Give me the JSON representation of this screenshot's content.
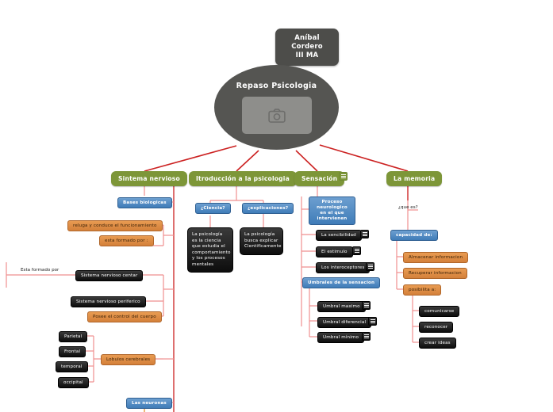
{
  "document": {
    "author_chip": "Aníbal Cordero\nIII MA",
    "author_line1": "Aníbal Cordero",
    "author_line2": "III MA",
    "root_title": "Repaso Psicologia",
    "photo_icon": "camera-icon"
  },
  "colors": {
    "root": "#555552",
    "chip": "#4d4d4a",
    "green": "#7d9638",
    "blue": "#3f7cb8",
    "orange": "#d4803a",
    "dark": "#1a1a1a",
    "link_main": "#cc2222",
    "link_sub": "#ef8f8f",
    "link_orange": "#e8922f"
  },
  "branches": {
    "sistema_nervioso": {
      "label": "Sintema nervioso",
      "nodes": {
        "bases": "Bases biologicas",
        "regula": "reluga y conduce el funcionamiento",
        "esta_formado_por_colon": "esta formado por :",
        "esta_formado_por_plain": "Esta formado por",
        "snc": "Sistema nervioso centar",
        "snp": "Sistema nervioso periferico",
        "posee": "Posee el control del cuerpo",
        "lobulos": "Lobulos cerebrales",
        "lobulo_1": "Parietal",
        "lobulo_2": "Frontal",
        "lobulo_3": "temporal",
        "lobulo_4": "occipital",
        "neuronas": "Las neuronas"
      }
    },
    "introduccion": {
      "label": "Itroducción a la psicologia",
      "nodes": {
        "ciencia_q": "¿Ciencia?",
        "explicaciones_q": "¿explicaciones?",
        "ciencia_def": "La psicología es la ciencia que estudia el comportamiento y los procesos mentales",
        "explicaciones_def": "La psicología busca explicar Cientificamente"
      }
    },
    "sensacion": {
      "label": "Sensación",
      "has_note": true,
      "nodes": {
        "proceso": "Proceso neurologico en el que intervienen",
        "sencibilidad": "La sencibilidad",
        "estimulo": "El estimulo",
        "interoceptores": "Los interoceptores",
        "umbrales": "Umbrales de la sensacion",
        "umbral_maximo": "Umbral maximo",
        "umbral_diferencial": "Umbral diferencial",
        "umbral_minimo": "Umbral mínimo"
      }
    },
    "memoria": {
      "label": "La memoria",
      "nodes": {
        "que_es": "¿que es?",
        "capacidad": "capacidad de:",
        "almacenar": "Almacenar informacion",
        "recuperar": "Recuperar informacion",
        "posibilita": "posibilita a:",
        "comunicarse": "comunicarse",
        "reconocer": "reconocer",
        "crear_ideas": "crear ideas"
      }
    }
  }
}
